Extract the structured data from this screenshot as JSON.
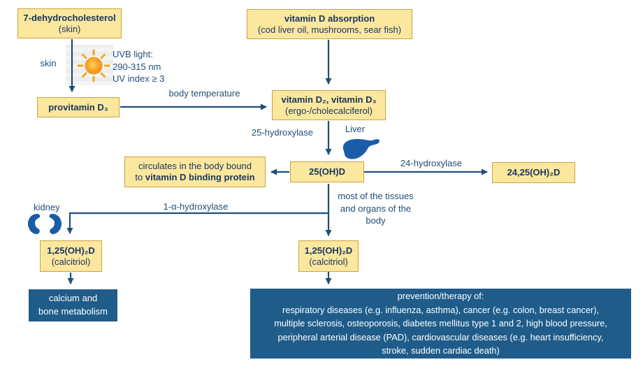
{
  "palette": {
    "box_fill": "#FBE79E",
    "box_border": "#C9A43D",
    "text_navy": "#17365D",
    "arrow_blue": "#1F4E79",
    "dark_box": "#1F5C8A",
    "organ_blue": "#1A5CA8",
    "sun_orange": "#F59B22"
  },
  "boxes": {
    "dehydro": {
      "line1": "7-dehydrocholesterol",
      "line2": "(skin)"
    },
    "absorption": {
      "line1": "vitamin D absorption",
      "line2": "(cod liver oil, mushrooms, sear fish)"
    },
    "provitamin": {
      "line1": "provitamin D₃"
    },
    "vitamin_d23": {
      "line1": "vitamin D₂, vitamin D₃",
      "line2": "(ergo-/cholecalciferol)"
    },
    "oh25": {
      "line1": "25(OH)D"
    },
    "circulates": {
      "line1": "circulates in the body bound",
      "line2_prefix": "to ",
      "line2_bold": "vitamin D binding protein"
    },
    "oh2425": {
      "line1": "24,25(OH)₂D"
    },
    "calcitriol_left": {
      "line1": "1,25(OH)₂D",
      "line2": "(calcitriol)"
    },
    "calcitriol_center": {
      "line1": "1,25(OH)₂D",
      "line2": "(calcitriol)"
    },
    "calcium": {
      "line1": "calcium and",
      "line2": "bone metabolism"
    },
    "prevention": {
      "title": "prevention/therapy of:",
      "lines": [
        "respiratory diseases (e.g. influenza, asthma), cancer (e.g. colon, breast cancer),",
        "multiple sclerosis, osteoporosis, diabetes mellitus type 1 and 2, high blood pressure,",
        "peripheral arterial disease (PAD), cardiovascular diseases (e.g. heart insufficiency,",
        "stroke, sudden cardiac death)"
      ]
    }
  },
  "labels": {
    "skin": "skin",
    "uvb": [
      "UVB light:",
      "290-315 nm",
      "UV index ≥ 3"
    ],
    "body_temperature": "body temperature",
    "hydroxylase25": "25-hydroxylase",
    "liver": "Liver",
    "hydroxylase24": "24-hydroxylase",
    "hydroxylase1a": "1-α-hydroxylase",
    "tissues": [
      "most of the tissues",
      "and organs of the",
      "body"
    ],
    "kidney": "kidney"
  }
}
